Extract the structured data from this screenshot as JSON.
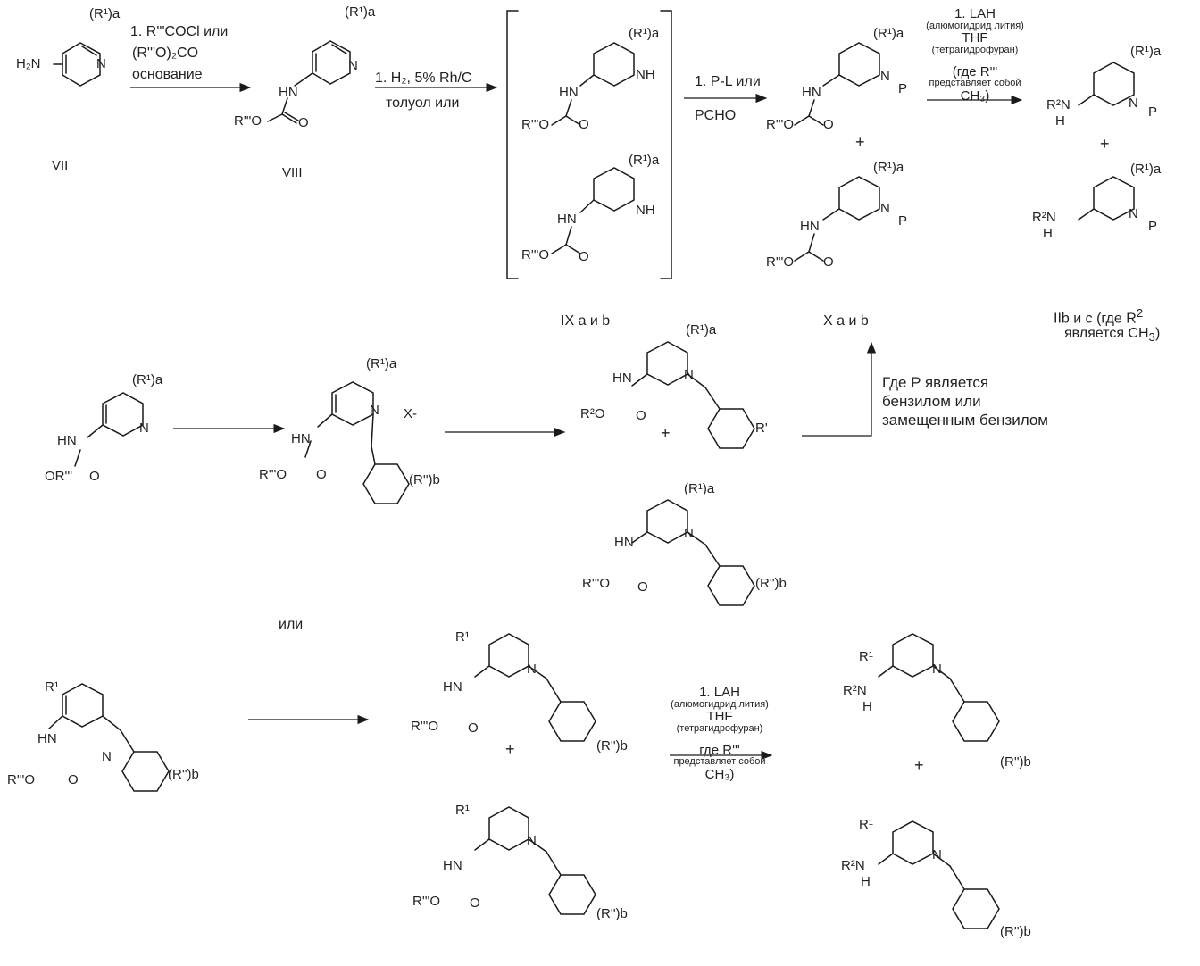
{
  "scheme": {
    "compounds": {
      "vii": "VII",
      "viii": "VIII",
      "ix": "IX a и b",
      "x": "X a и b",
      "iib_c_line1": "IIb и c (где R",
      "iib_c_sup": "2",
      "iib_c_line2": "является CH",
      "iib_c_sub": "3",
      "iib_c_close": ")"
    },
    "atoms": {
      "h2n": "H₂N",
      "n": "N",
      "nplus": "N",
      "hn": "HN",
      "nh": "NH",
      "r1a": "(R¹)a",
      "r1": "R¹",
      "r2": "R²",
      "o": "O",
      "r_o": "R'''O",
      "or": "OR'''",
      "r2o": "R²O",
      "p": "P",
      "h": "H",
      "r2n": "R²N",
      "rb": "(R'')b",
      "rprime": "R'",
      "xminus": "X-",
      "plus": "+"
    },
    "conditions": {
      "step1_line1": "1. R'''COCl или",
      "step1_line2": "(R'''O)₂CO",
      "step1_line3": "основание",
      "step2_line1": "1. H₂, 5% Rh/C",
      "step2_line2": "толуол или",
      "step3_line1": "1. P-L или",
      "step3_line2": "PCHO",
      "lah_line1": "1. LAH",
      "lah_line2": "(алюмогидрид лития)",
      "lah_line3": "THF",
      "lah_line4": "(тетрагидрофуран)",
      "lah_line5": "(где R'''",
      "lah_line6": "представляет собой",
      "lah_line7": "CH₃)",
      "lah2_line1": "1. LAH",
      "lah2_line2": "(алюмогидрид лития)",
      "lah2_line3": "THF",
      "lah2_line4": "(тетрагидрофуран)",
      "lah2_line5": "где R'''",
      "lah2_line6": "представляет собой",
      "lah2_line7": "CH₃)",
      "benzyl_line1": "Где P является",
      "benzyl_line2": "бензилом или",
      "benzyl_line3": "замещенным бензилом",
      "or_label": "или"
    }
  }
}
